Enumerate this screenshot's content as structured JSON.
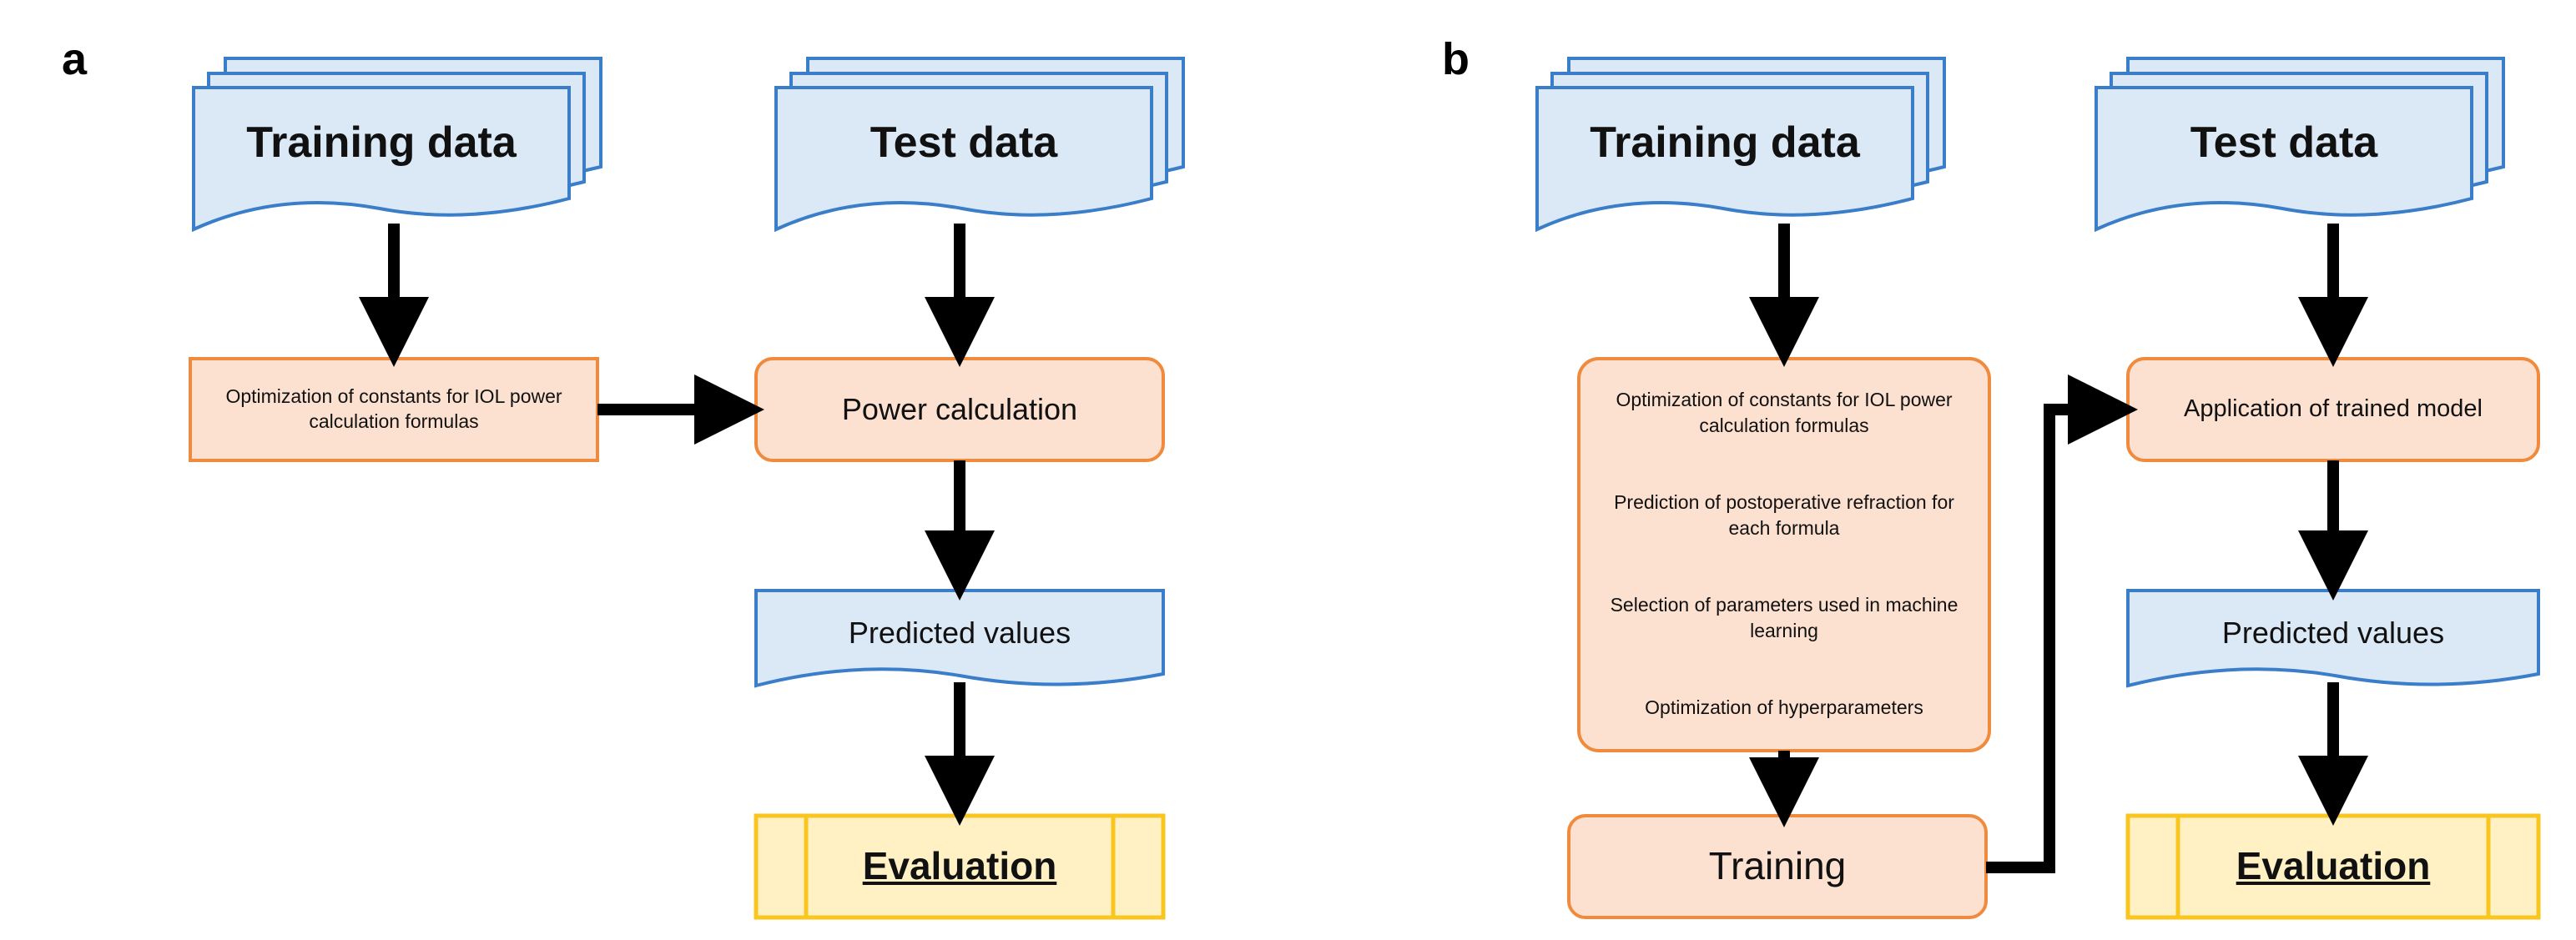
{
  "panel_a": {
    "label": "a",
    "training_data": "Training data",
    "test_data": "Test data",
    "optimization": "Optimization of constants for IOL power calculation formulas",
    "power_calculation": "Power calculation",
    "predicted_values": "Predicted values",
    "evaluation": "Evaluation"
  },
  "panel_b": {
    "label": "b",
    "training_data": "Training data",
    "test_data": "Test data",
    "steps": [
      "Optimization of constants for IOL power calculation formulas",
      "Prediction of postoperative refraction for each formula",
      "Selection of parameters used in machine learning",
      "Optimization of hyperparameters"
    ],
    "training": "Training",
    "application": "Application of trained model",
    "predicted_values": "Predicted values",
    "evaluation": "Evaluation"
  },
  "colors": {
    "doc_fill": "#dbe9f7",
    "doc_stroke": "#3a7dc9",
    "process_fill": "#fce0d0",
    "process_stroke": "#f08a3c",
    "eval_fill": "#fff1c4",
    "eval_stroke": "#f8c61e",
    "arrow": "#000000"
  }
}
